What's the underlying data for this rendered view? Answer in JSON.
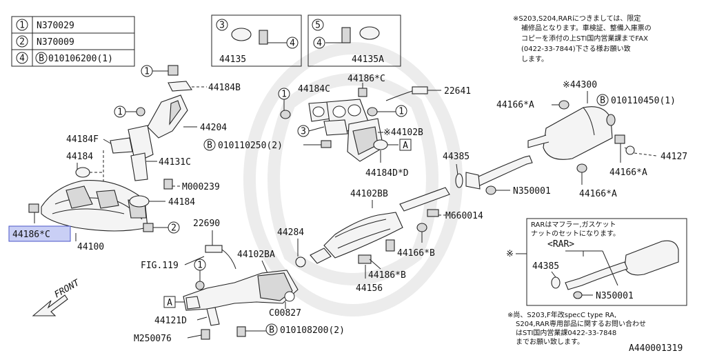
{
  "legend": [
    {
      "key": "1",
      "code": "N370029"
    },
    {
      "key": "2",
      "code": "N370009"
    },
    {
      "key": "4",
      "code": "010106200(1)",
      "sub": "B"
    }
  ],
  "kit_left": {
    "key_top": "3",
    "key_side": "4",
    "part": "44135"
  },
  "kit_right": {
    "key_top": "5",
    "key_side": "4",
    "part": "44135A"
  },
  "note_top": [
    "※S203,S204,RARにつきましては、限定",
    "補修品となります。車検証、整備入庫票の",
    "コピーを添付の上STI国内営業課までFAX",
    "(0422-33-7844)下さる様お願い致",
    "します。"
  ],
  "note_bottom": [
    "※尚、S203,F年改specC type RA,",
    "S204,RAR専用部品に関するお問い合わせ",
    "はSTI国内営業課0422-33-7848",
    "までお願い致します。"
  ],
  "rar_box": {
    "lines": [
      "RARはマフラー,ガスケット",
      "ナットのセットになります。"
    ],
    "title": "<RAR>",
    "asterisk": "※",
    "p1": "44385",
    "p2": "N350001"
  },
  "labels": {
    "l44184B": "44184B",
    "l44204": "44204",
    "l44184F": "44184F",
    "l44184a": "44184",
    "l44131C": "44131C",
    "lM000239": "M000239",
    "l44184b": "44184",
    "l44186C_hl": "44186*C",
    "l44100": "44100",
    "l44186C": "44186*C",
    "l44184C": "44184C",
    "l22641": "22641",
    "l44102B": "※44102B",
    "lB010110250": "010110250(2)",
    "l44184DD": "44184D*D",
    "l44300": "※44300",
    "l44166A_1": "44166*A",
    "lB010110450": "010110450(1)",
    "l44127": "44127",
    "l44166A_2": "44166*A",
    "l44385": "44385",
    "lN350001": "N350001",
    "l44166A_3": "44166*A",
    "l44102BB": "44102BB",
    "lM660014": "M660014",
    "l44284": "44284",
    "l44166B": "44166*B",
    "l22690": "22690",
    "lFIG119": "FIG.119",
    "l44102BA": "44102BA",
    "l44186B": "44186*B",
    "l44156": "44156",
    "l44121D": "44121D",
    "lC00827": "C00827",
    "lM250076": "M250076",
    "lB010108200": "010108200(2)",
    "front": "FRONT",
    "fig_id": "A440001319",
    "ref_a": "A"
  }
}
